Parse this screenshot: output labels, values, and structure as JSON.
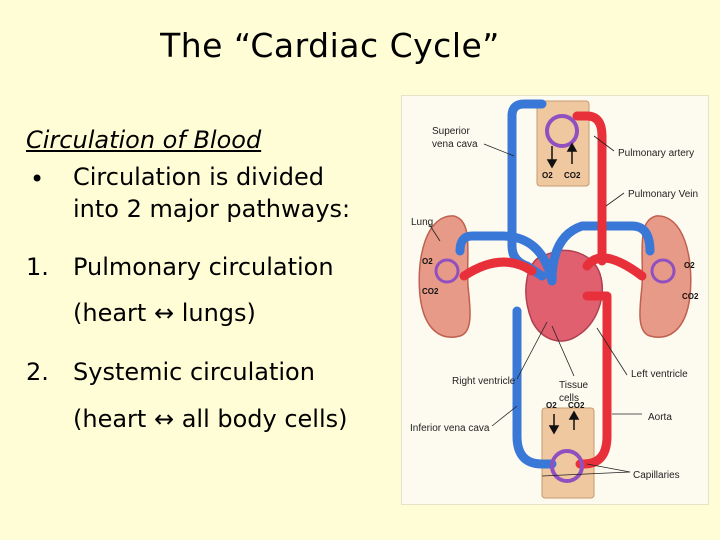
{
  "slide": {
    "title": "The “Cardiac Cycle”",
    "heading": "Circulation of Blood",
    "bullet_marker": "•",
    "bullet_line1": "Circulation is divided",
    "bullet_line2": "into 2 major pathways:",
    "item1_number": "1.",
    "item1_text": "Pulmonary circulation",
    "item1_detail": "(heart ↔ lungs)",
    "item2_number": "2.",
    "item2_text": "Systemic circulation",
    "item2_detail": "(heart ↔ all body cells)"
  },
  "diagram": {
    "labels": {
      "superior_vena_cava_1": "Superior",
      "superior_vena_cava_2": "vena cava",
      "pulmonary_artery": "Pulmonary artery",
      "pulmonary_vein": "Pulmonary Vein",
      "lung": "Lung",
      "right_ventricle": "Right ventricle",
      "tissue_cells_1": "Tissue",
      "tissue_cells_2": "cells",
      "left_ventricle": "Left ventricle",
      "aorta": "Aorta",
      "inferior_vena_cava": "Inferior vena cava",
      "capillaries": "Capillaries"
    },
    "gases": {
      "o2": "O2",
      "co2": "CO2"
    },
    "colors": {
      "oxygenated": "#e8303a",
      "deoxygenated": "#3a78d8",
      "lung": "#e89a88",
      "heart": "#e06070",
      "tissue": "#f0c8a0"
    }
  }
}
